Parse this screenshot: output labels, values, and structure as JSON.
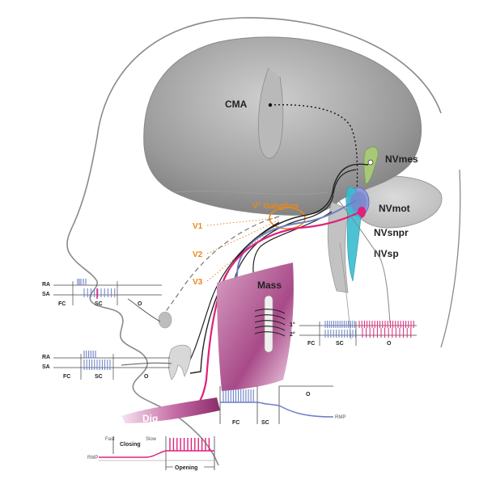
{
  "labels": {
    "cma": "CMA",
    "nvmes": "NVmes",
    "nvmot": "NVmot",
    "nvsnpr": "NVsnpr",
    "nvsp": "NVsp",
    "ganglion": "V° Ganglion",
    "v1": "V1",
    "v2": "V2",
    "v3": "V3",
    "mass": "Mass",
    "dig": "Dig"
  },
  "trace_top": {
    "ra": "RA",
    "sa": "SA",
    "fc": "FC",
    "sc": "SC",
    "o": "O"
  },
  "trace_mid": {
    "ra": "RA",
    "sa": "SA",
    "fc": "FC",
    "sc": "SC",
    "o": "O"
  },
  "trace_right": {
    "first": "1°",
    "second": "2°",
    "fc": "FC",
    "sc": "SC",
    "o": "O"
  },
  "trace_mass": {
    "o": "O",
    "fc": "FC",
    "sc": "SC",
    "rmp": "RMP"
  },
  "trace_dig": {
    "fast": "Fast",
    "closing": "Closing",
    "slow": "Slow",
    "rmp": "RMP",
    "opening": "Opening"
  },
  "colors": {
    "brain": "#9a9a9a",
    "magenta": "#e0207a",
    "blue": "#6a7fc8",
    "cyan": "#39bcd0",
    "green": "#a8c878",
    "orange": "#e8891a",
    "muscle": "#b0508c"
  }
}
